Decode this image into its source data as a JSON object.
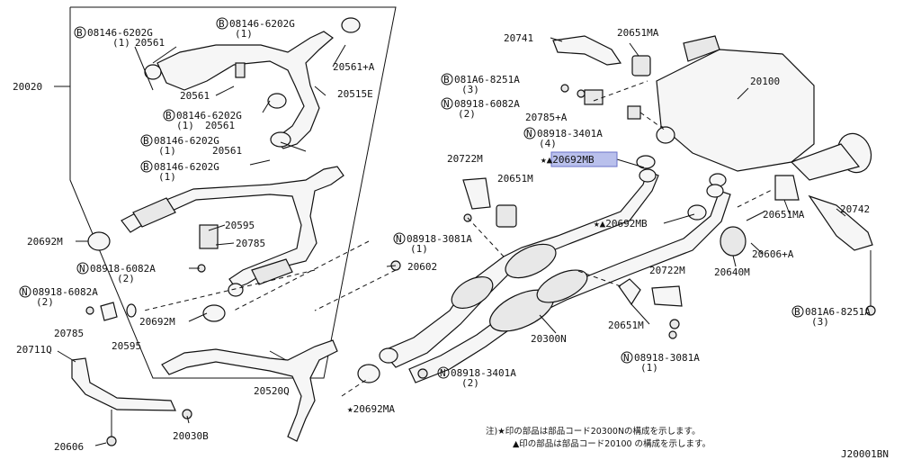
{
  "labels": {
    "p20020": "20020",
    "b08146_1": "08146-6202G",
    "b08146_1q": "(1)",
    "p20561_a": "20561",
    "b08146_2": "08146-6202G",
    "b08146_2q": "(1)",
    "p20561A": "20561+A",
    "p20561_b": "20561",
    "p20515E": "20515E",
    "b08146_3": "08146-6202G",
    "b08146_3q": "(1)",
    "p20561_c": "20561",
    "b08146_4": "08146-6202G",
    "b08146_4q": "(1)",
    "p20561_d": "20561",
    "b08146_5": "08146-6202G",
    "b08146_5q": "(1)",
    "p20692M_l": "20692M",
    "p20595_a": "20595",
    "p20785_a": "20785",
    "n08918_6082A_1": "08918-6082A",
    "n08918_6082A_1q": "(2)",
    "p20602": "20602",
    "n08918_6082A_2": "08918-6082A",
    "n08918_6082A_2q": "(2)",
    "p20692M_m": "20692M",
    "p20785_b": "20785",
    "p20595_b": "20595",
    "p20711Q": "20711Q",
    "p20520Q": "20520Q",
    "p20606": "20606",
    "p20030B": "20030B",
    "p20741": "20741",
    "p20651MA_top": "20651MA",
    "b081A6_1": "081A6-8251A",
    "b081A6_1q": "(3)",
    "n08918_6082A_3": "08918-6082A",
    "n08918_6082A_3q": "(2)",
    "p20785A": "20785+A",
    "p20100": "20100",
    "n08918_3401A_1": "08918-3401A",
    "n08918_3401A_1q": "(4)",
    "p20692MB_hl": "★▲20692MB",
    "p20722M_a": "20722M",
    "p20651M_a": "20651M",
    "p20692MB": "★▲20692MB",
    "n08918_3081A_1": "08918-3081A",
    "n08918_3081A_1q": "(1)",
    "p20651MA_r": "20651MA",
    "p20742": "20742",
    "p20606A": "20606+A",
    "p20640M": "20640M",
    "p20722M_b": "20722M",
    "b081A6_2": "081A6-8251A",
    "b081A6_2q": "(3)",
    "p20651M_b": "20651M",
    "p20300N": "20300N",
    "n08918_3081A_2": "08918-3081A",
    "n08918_3081A_2q": "(1)",
    "n08918_3401A_2": "08918-3401A",
    "n08918_3401A_2q": "(2)",
    "p20692MA": "★20692MA",
    "note1": "注)★印の部品は部品コード20300Nの構成を示します。",
    "note2": "▲印の部品は部品コード20100 の構成を示します。",
    "diagram_code": "J20001BN",
    "circ_B": "B",
    "circ_N": "N"
  }
}
